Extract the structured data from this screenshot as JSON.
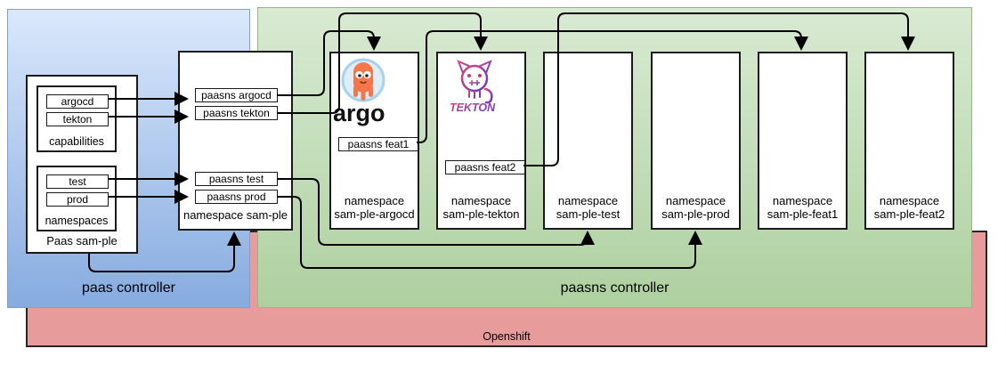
{
  "openshift_label": "Openshift",
  "paas_controller": {
    "label": "paas controller",
    "paas_box": {
      "title": "Paas sam-ple",
      "capabilities": {
        "title": "capabilities",
        "items": [
          {
            "label": "argocd"
          },
          {
            "label": "tekton"
          }
        ]
      },
      "namespaces": {
        "title": "namespaces",
        "items": [
          {
            "label": "test"
          },
          {
            "label": "prod"
          }
        ]
      }
    },
    "ns_sample_box": {
      "title": "namespace sam-ple",
      "chips": [
        {
          "label": "paasns argocd"
        },
        {
          "label": "paasns tekton"
        },
        {
          "label": "paasns test"
        },
        {
          "label": "paasns prod"
        }
      ]
    }
  },
  "paasns_controller": {
    "label": "paasns controller",
    "argo_logo_text": "argo",
    "tekton_logo_text": "TEKTON",
    "namespace_boxes": [
      {
        "line1": "namespace",
        "line2": "sam-ple-argocd",
        "logo": "argo-logo",
        "chip": "paasns feat1"
      },
      {
        "line1": "namespace",
        "line2": "sam-ple-tekton",
        "logo": "tekton-logo",
        "chip": "paasns feat2"
      },
      {
        "line1": "namespace",
        "line2": "sam-ple-test"
      },
      {
        "line1": "namespace",
        "line2": "sam-ple-prod"
      },
      {
        "line1": "namespace",
        "line2": "sam-ple-feat1"
      },
      {
        "line1": "namespace",
        "line2": "sam-ple-feat2"
      }
    ]
  },
  "colors": {
    "blue_top": "#dae8fc",
    "blue_bottom": "#86abdf",
    "green_top": "#d9ead3",
    "green_bottom": "#aed0a0",
    "red": "#e89b9b",
    "line": "#000000",
    "argo_orange": "#f4764a",
    "tekton_pink": "#e0447c",
    "tekton_purple": "#5a3ec8"
  }
}
